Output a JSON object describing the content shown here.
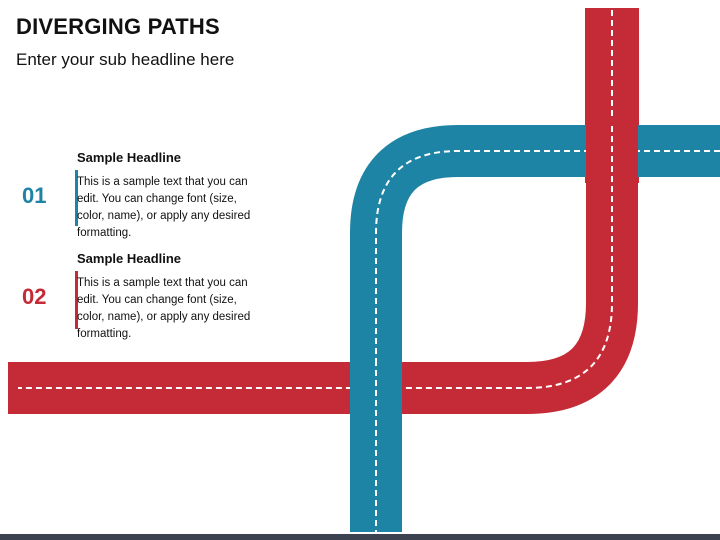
{
  "slide": {
    "title": "DIVERGING PATHS",
    "subtitle": "Enter your sub headline here"
  },
  "items": [
    {
      "number": "01",
      "headline": "Sample Headline",
      "text": "This is a sample text that you can edit. You can change font (size, color, name), or apply any desired formatting.",
      "color": "#1e84a5"
    },
    {
      "number": "02",
      "headline": "Sample Headline",
      "text": "This is a sample text that you can edit. You can change font (size, color, name), or apply any desired formatting.",
      "color": "#c42b36"
    }
  ],
  "colors": {
    "blue_path": "#1e84a5",
    "red_path": "#c42b36",
    "lane_marking": "#ffffff",
    "footer": "#3c4250"
  }
}
